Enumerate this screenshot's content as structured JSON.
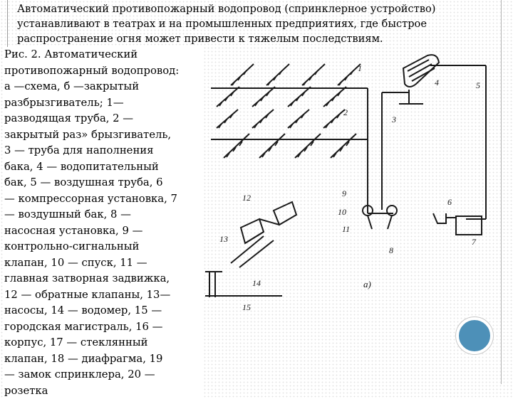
{
  "slide": {
    "title_lines": [
      "Автоматический противопожарный водопровод (спринклерное устройство)",
      "устанавливают в театрах и на промышленных предприятиях, где быстрое",
      "распространение огня может привести к тяжелым последствиям."
    ],
    "caption_lines": [
      "Рис. 2. Автоматический",
      "противопожарный водопровод:",
      "а —схема, б —закрытый",
      "разбрызгиватель; 1—",
      "разводящая труба, 2 —",
      "закрытый раз» брызгиватель,",
      "3 — труба для наполнения",
      "бака, 4 — водопитательный",
      "бак, 5 — воздушная труба, 6",
      "— компрессорная установка, 7",
      "— воздушный бак, 8 —",
      "насосная установка, 9 —",
      "контрольно-сигнальный",
      "клапан, 10 — спуск, 11 —",
      "главная затворная задвижка,",
      "12 — обратные клапаны, 13—",
      "насосы, 14 — водомер, 15 —",
      "городская магистраль, 16 —",
      "корпус, 17 — стеклянный",
      "клапан, 18 — диафрагма, 19",
      "— замок спринклера, 20 —",
      "розетка"
    ]
  },
  "figure": {
    "labels": {
      "n1": "1",
      "n2": "2",
      "n3": "3",
      "n4": "4",
      "n5": "5",
      "n6": "6",
      "n7": "7",
      "n8": "8",
      "n9": "9",
      "n10": "10",
      "n11": "11",
      "n12": "12",
      "n13": "13",
      "n14": "14",
      "n15": "15",
      "part_a": "а)"
    }
  },
  "colors": {
    "line": "#1a1a1a",
    "accent_circle": "#4d90b8"
  }
}
